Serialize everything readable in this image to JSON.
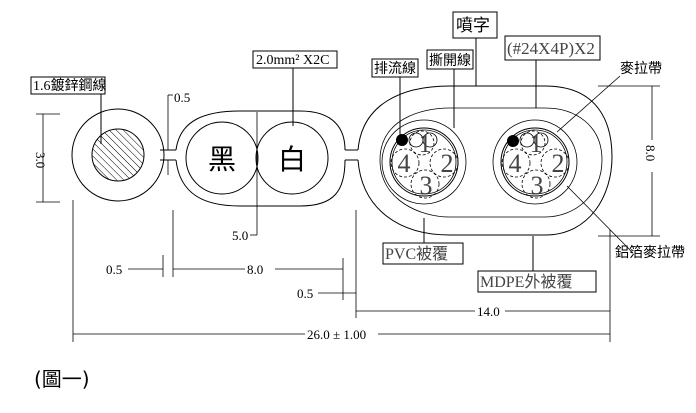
{
  "labels": {
    "steel_wire": "1.6鍍鋅鋼線",
    "conductor": "2.0mm² X2C",
    "black_core": "黑",
    "white_core": "白",
    "drain_wire": "排流線",
    "rip_cord": "撕開線",
    "print": "噴字",
    "pairs": "(#24X4P)X2",
    "mylar_tape": "麥拉帶",
    "al_mylar_tape": "鋁箔麥拉帶",
    "pvc_jacket": "PVC被覆",
    "mdpe_jacket": "MDPE外被覆"
  },
  "pair_numbers": [
    "1",
    "2",
    "3",
    "4"
  ],
  "dimensions": {
    "web_gap": "0.5",
    "messenger_height": "3.0",
    "power_height": "5.0",
    "left_gap": "0.5",
    "power_width": "8.0",
    "right_gap": "0.5",
    "data_width": "14.0",
    "data_height": "8.0",
    "total_width": "26.0 ± 1.00"
  },
  "caption": "(圖一)"
}
